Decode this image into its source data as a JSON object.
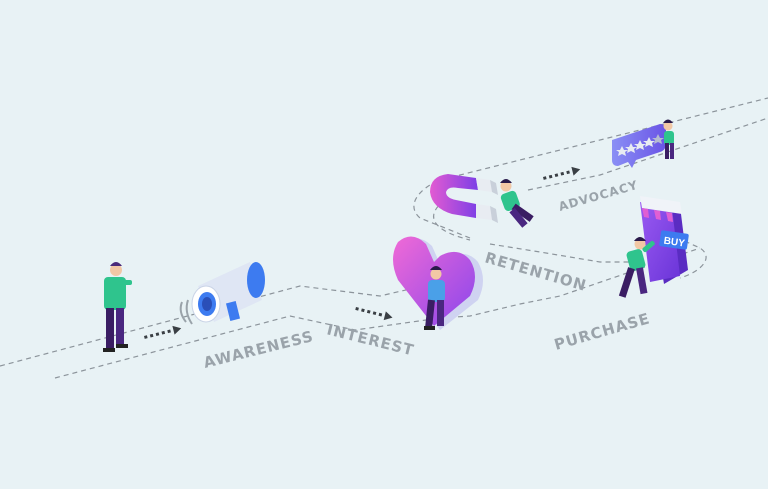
{
  "stages": [
    {
      "id": "awareness",
      "label": "AWARENESS"
    },
    {
      "id": "interest",
      "label": "INTEREST"
    },
    {
      "id": "retention",
      "label": "RETENTION"
    },
    {
      "id": "purchase",
      "label": "PURCHASE"
    },
    {
      "id": "advocacy",
      "label": "ADVOCACY"
    }
  ],
  "buy_sign": "BUY",
  "rating": {
    "stars_total": 5
  },
  "colors": {
    "background": "#e8f2f5",
    "path": "#8c949b",
    "label": "#9aa3aa",
    "purple": "#7b3fe4",
    "pink": "#e05fd3",
    "blue": "#3d7bf0",
    "green": "#2fc48d",
    "dark_purple": "#3a1d63"
  },
  "icons": [
    "megaphone-icon",
    "heart-icon",
    "magnet-icon",
    "shop-phone-icon",
    "review-bubble-icon",
    "person-icon",
    "arrow-icon"
  ]
}
